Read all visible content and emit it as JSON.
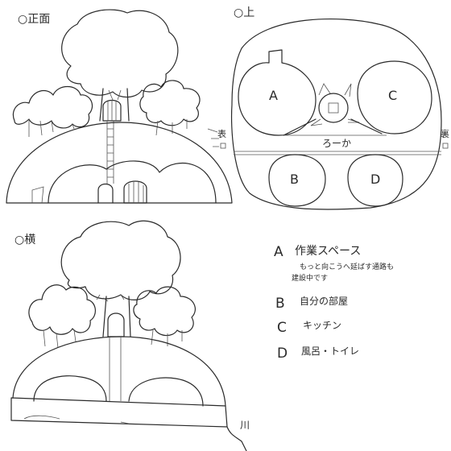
{
  "views": {
    "front_label": "○正面",
    "top_label": "○上",
    "side_label": "○横"
  },
  "plan": {
    "room_a": "A",
    "room_b": "B",
    "room_c": "C",
    "room_d": "D",
    "corridor": "ろーか",
    "front_side": "表",
    "back_side": "裏"
  },
  "legend": [
    {
      "key": "A",
      "text": "作業スペース",
      "note_1": "もっと向こうへ延ばす通路も",
      "note_2": "建設中です"
    },
    {
      "key": "B",
      "text": "自分の部屋"
    },
    {
      "key": "C",
      "text": "キッチン"
    },
    {
      "key": "D",
      "text": "風呂・トイレ"
    }
  ],
  "side_view": {
    "river": "川"
  }
}
